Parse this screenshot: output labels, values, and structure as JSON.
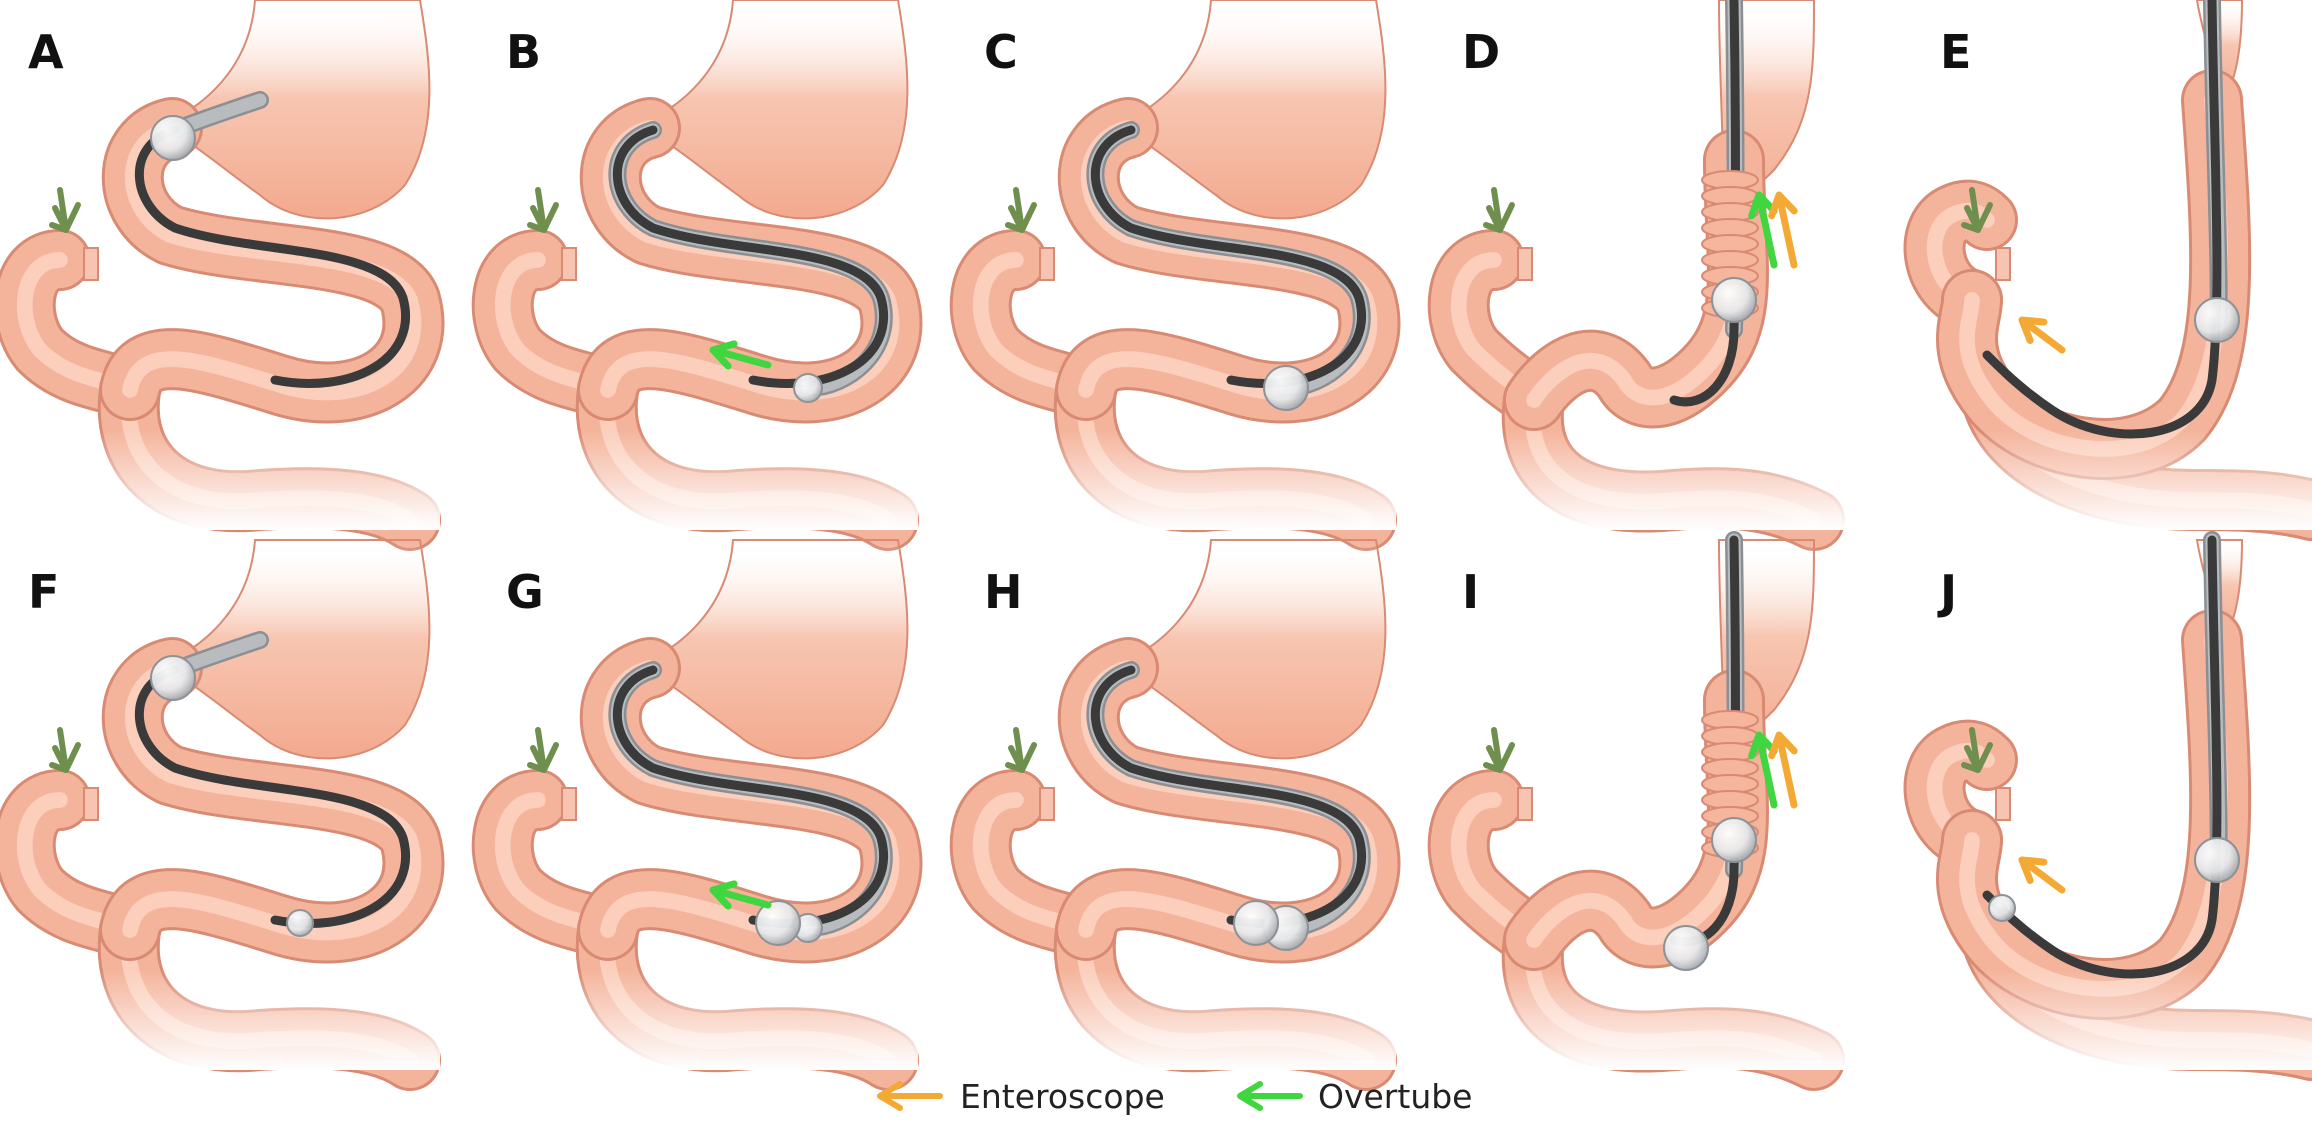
{
  "panels": [
    {
      "label": "A",
      "kind": "s",
      "scope": "deep",
      "overtube": "prox",
      "sb": "none",
      "ob": "large",
      "arrows": []
    },
    {
      "label": "B",
      "kind": "s",
      "scope": "deep",
      "overtube": "deep",
      "sb": "none",
      "ob": "small",
      "arrows": [
        "overtube"
      ]
    },
    {
      "label": "C",
      "kind": "s",
      "scope": "deep",
      "overtube": "deep",
      "sb": "none",
      "ob": "large",
      "arrows": []
    },
    {
      "label": "D",
      "kind": "pleat",
      "scope": "short",
      "overtube": "deep",
      "sb": "none",
      "ob": "large",
      "arrows": [
        "overtube",
        "enteroscope"
      ]
    },
    {
      "label": "E",
      "kind": "loop",
      "scope": "deep",
      "overtube": "deep",
      "sb": "none",
      "ob": "large",
      "arrows": [
        "enteroscope"
      ]
    },
    {
      "label": "F",
      "kind": "s",
      "scope": "deep",
      "overtube": "prox",
      "sb": "small",
      "ob": "large",
      "arrows": []
    },
    {
      "label": "G",
      "kind": "s",
      "scope": "deep",
      "overtube": "deep",
      "sb": "large",
      "ob": "small",
      "arrows": [
        "overtube"
      ]
    },
    {
      "label": "H",
      "kind": "s",
      "scope": "deep",
      "overtube": "deep",
      "sb": "large",
      "ob": "large",
      "arrows": []
    },
    {
      "label": "I",
      "kind": "pleat",
      "scope": "short",
      "overtube": "deep",
      "sb": "large",
      "ob": "large",
      "arrows": [
        "overtube",
        "enteroscope"
      ]
    },
    {
      "label": "J",
      "kind": "loop",
      "scope": "deep",
      "overtube": "deep",
      "sb": "small",
      "ob": "large",
      "arrows": [
        "enteroscope"
      ]
    }
  ],
  "legend": [
    {
      "key": "enteroscope",
      "label": "Enteroscope"
    },
    {
      "key": "overtube",
      "label": "Overtube"
    }
  ],
  "colors": {
    "bowel_fill": "#f4b49c",
    "bowel_highlight": "#fbd3c2",
    "bowel_edge": "#d98a72",
    "stomach_fill": "#f3a98e",
    "scope": "#3a3a3a",
    "overtube": "#b9bcbf",
    "balloon": "#e9ecef",
    "bile_duct": "#6f8f4e",
    "enteroscope_arrow": "#f5a935",
    "overtube_arrow": "#3fd63f"
  }
}
